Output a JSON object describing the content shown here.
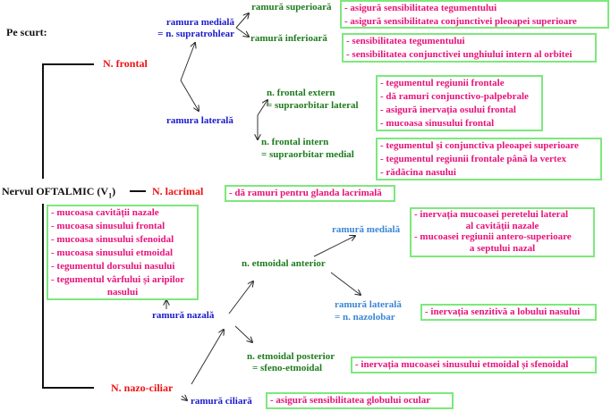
{
  "intro": "Pe scurt:",
  "root": {
    "label_main": "Nervul OFTALMIC (V",
    "label_sub": "1",
    "label_end": ")"
  },
  "frontal": {
    "label": "N. frontal",
    "medial": {
      "label1": "ramura medială",
      "label2": "= n. supratrohlear",
      "superior": {
        "label": "ramură superioară",
        "items": [
          "- asigură sensibilitatea  tegumentului",
          "- asigură sensibilitatea  conjunctivei  pleoapei superioare"
        ]
      },
      "inferior": {
        "label": "ramură inferioară",
        "items": [
          "- sensibilitatea tegumentului",
          "- sensibilitatea conjunctivei unghiului  intern al orbitei"
        ]
      }
    },
    "lateral": {
      "label": "ramura laterală",
      "extern": {
        "label1": "n. frontal extern",
        "label2": "= supraorbitar lateral",
        "items": [
          "- tegumentul regiunii frontale",
          "- dă ramuri conjunctivo-palpebrale",
          "- asigură inervația osului frontal",
          "- mucoasa sinusului frontal"
        ]
      },
      "intern": {
        "label1": "n. frontal intern",
        "label2": "= supraorbitar medial",
        "items": [
          "- tegumentul și conjunctiva pleoapei superioare",
          "- tegumentul regiunii frontale până la vertex",
          "- rădăcina nasului"
        ]
      }
    }
  },
  "lacrimal": {
    "label": "N. lacrimal",
    "items": [
      "- dă ramuri pentru glanda lacrimală"
    ]
  },
  "nazociliar": {
    "label": "N. nazo-ciliar",
    "nazala": {
      "label": "ramură nazală",
      "items": [
        "- mucoasa cavității nazale",
        "- mucoasa sinusului frontal",
        "- mucoasa sinusului sfenoidal",
        "- mucoasa sinusului etmoidal",
        "- tegumentul dorsului nasului",
        "- tegumentul vârfului și aripilor",
        "nasului"
      ],
      "etmoidal_anterior": {
        "label": "n. etmoidal anterior",
        "medial": {
          "label": "ramură medială",
          "items": [
            "- inervația mucoasei peretelui  lateral",
            "al cavității nazale",
            "- mucoasei regiunii  antero-superioare",
            "a septului nazal"
          ]
        },
        "lateral": {
          "label1": "ramură laterală",
          "label2": "= n. nazolobar",
          "items": [
            "- inervația senzitivă a lobului nasului"
          ]
        }
      },
      "etmoidal_posterior": {
        "label1": "n. etmoidal posterior",
        "label2": "= sfeno-etmoidal",
        "items": [
          "- inervația mucoasei sinusului etmoidal și sfenoidal"
        ]
      }
    },
    "ciliara": {
      "label": "ramură ciliară",
      "items": [
        "- asigură sensibilitatea globului ocular"
      ]
    }
  }
}
